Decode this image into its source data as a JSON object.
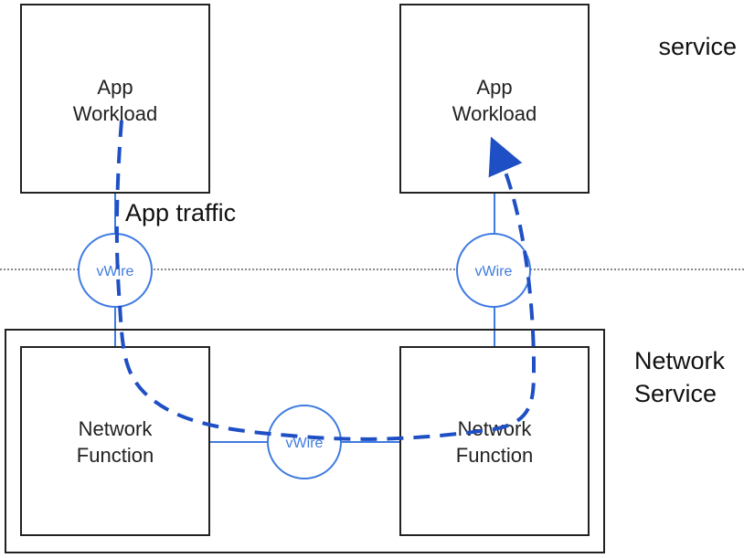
{
  "labels": {
    "service": "service",
    "network_service_line1": "Network",
    "network_service_line2": "Service",
    "app_traffic": "App traffic"
  },
  "app_workload_left": {
    "line1": "App",
    "line2": "Workload"
  },
  "app_workload_right": {
    "line1": "App",
    "line2": "Workload"
  },
  "network_function_left": {
    "line1": "Network",
    "line2": "Function"
  },
  "network_function_right": {
    "line1": "Network",
    "line2": "Function"
  },
  "vwires": {
    "left": "vWire",
    "right": "vWire",
    "bottom": "vWire"
  },
  "colors": {
    "box_stroke": "#222222",
    "wire": "#3f7be0",
    "traffic": "#1f4fc4",
    "divider": "#8a8a8a"
  }
}
